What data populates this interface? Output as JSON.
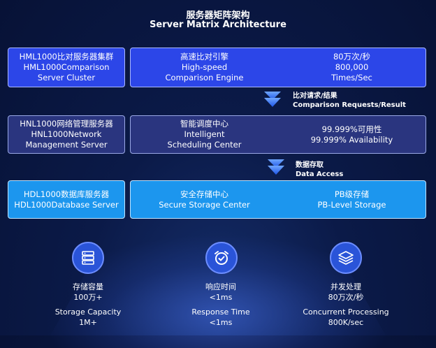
{
  "title_cn": "服务器矩阵架构",
  "title_en": "Server Matrix Architecture",
  "rows": [
    {
      "left_cn": "HML1000比对服务器集群",
      "left_en1": "HML1000Comparison",
      "left_en2": "Server Cluster",
      "right_a_cn": "高速比对引擎",
      "right_a_en1": "High-speed",
      "right_a_en2": "Comparison Engine",
      "right_b_cn": "80万次/秒",
      "right_b_en1": "800,000",
      "right_b_en2": "Times/Sec"
    },
    {
      "left_cn": "HNL1000网络管理服务器",
      "left_en1": "HNL1000Network",
      "left_en2": "Management Server",
      "right_a_cn": "智能调度中心",
      "right_a_en1": "Intelligent",
      "right_a_en2": "Scheduling Center",
      "right_b_cn": "99.999%可用性",
      "right_b_en1": "99.999% Availability"
    },
    {
      "left_cn": "HDL1000数据库服务器",
      "left_en1": "HDL1000Database Server",
      "right_a_cn": "安全存储中心",
      "right_a_en1": "Secure Storage Center",
      "right_b_cn": "PB级存储",
      "right_b_en1": "PB-Level Storage"
    }
  ],
  "connectors": [
    {
      "cn": "比对请求/结果",
      "en": "Comparison Requests/Result"
    },
    {
      "cn": "数据存取",
      "en": "Data Access"
    }
  ],
  "stats": [
    {
      "icon": "server-stack-icon",
      "cn_label": "存储容量",
      "cn_value": "100万+",
      "en_label": "Storage Capacity",
      "en_value": "1M+"
    },
    {
      "icon": "clock-check-icon",
      "cn_label": "响应时间",
      "cn_value": "<1ms",
      "en_label": "Response Time",
      "en_value": "<1ms"
    },
    {
      "icon": "layers-icon",
      "cn_label": "并发处理",
      "cn_value": "80万次/秒",
      "en_label": "Concurrent Processing",
      "en_value": "800K/sec"
    }
  ],
  "colors": {
    "background": "#0b1a48",
    "row1": "#2c46e8",
    "row2": "#2a357f",
    "row3": "#1c96ee",
    "arrow": "#2f7bff",
    "icon_circle": "#2a54d8"
  }
}
